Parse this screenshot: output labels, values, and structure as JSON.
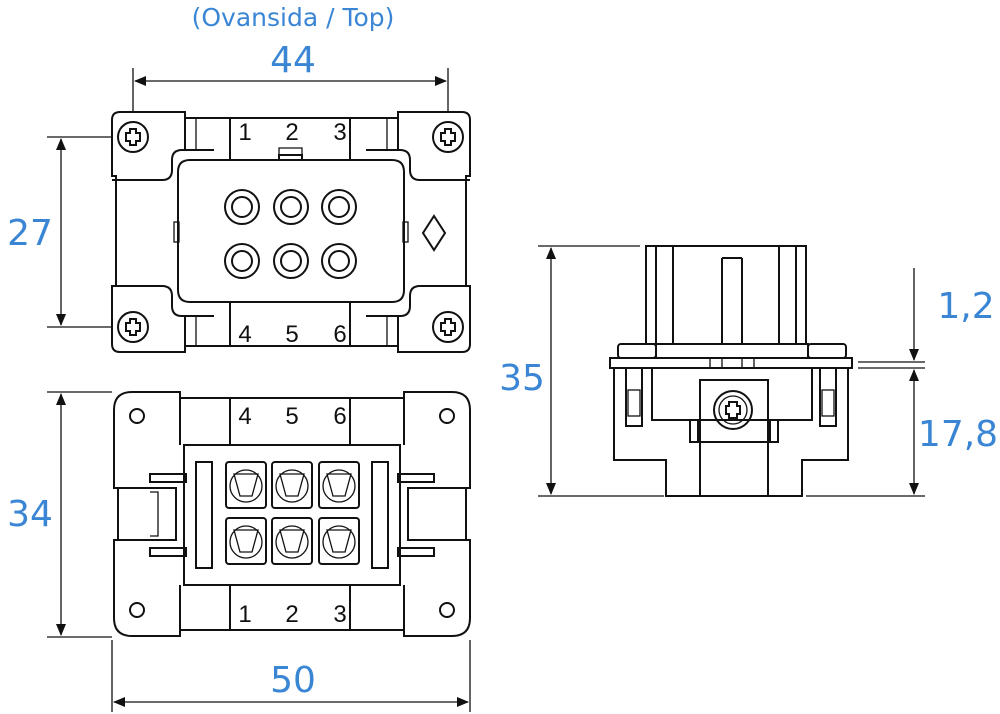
{
  "title": "(Ovansida / Top)",
  "dimensions": {
    "top_width": "44",
    "top_height": "27",
    "bottom_height": "34",
    "bottom_width": "50",
    "side_height": "35",
    "side_gap": "1,2",
    "side_lower": "17,8"
  },
  "pins": {
    "top_row_upper": [
      "1",
      "2",
      "3"
    ],
    "top_row_lower": [
      "4",
      "5",
      "6"
    ],
    "bottom_row_upper": [
      "4",
      "5",
      "6"
    ],
    "bottom_row_lower": [
      "1",
      "2",
      "3"
    ]
  },
  "colors": {
    "dimension_text": "#3a86d4",
    "line": "#111111"
  }
}
